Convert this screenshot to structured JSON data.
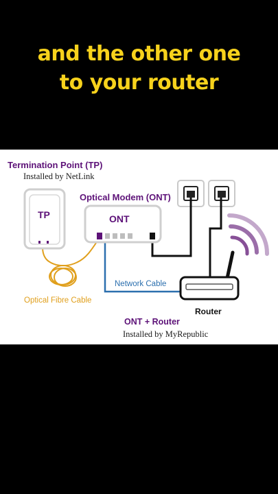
{
  "caption": {
    "line1": "and the other one",
    "line2": "to your router"
  },
  "diagram": {
    "tp_title": "Termination Point (TP)",
    "tp_sub": "Installed by NetLink",
    "tp_box_label": "TP",
    "ont_title": "Optical Modem (ONT)",
    "ont_box_label": "ONT",
    "fibre_label": "Optical Fibre Cable",
    "network_label": "Network Cable",
    "router_label": "Router",
    "ont_router_title": "ONT + Router",
    "ont_router_sub": "Installed by MyRepublic"
  },
  "colors": {
    "caption": "#f7d21c",
    "purple": "#5d1278",
    "fibre": "#e09f1b",
    "network": "#2b6fae",
    "wifi": "#7a3d8c"
  }
}
